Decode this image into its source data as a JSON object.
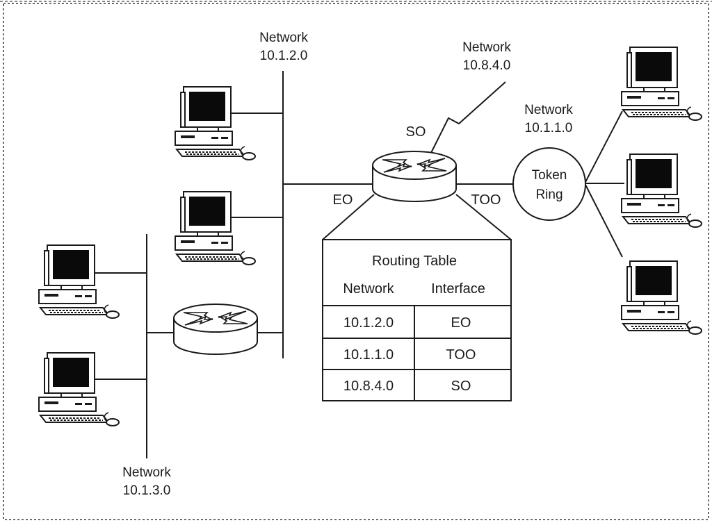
{
  "networks": {
    "net_1_2": {
      "name": "Network",
      "address": "10.1.2.0"
    },
    "net_8_4": {
      "name": "Network",
      "address": "10.8.4.0"
    },
    "net_1_1": {
      "name": "Network",
      "address": "10.1.1.0"
    },
    "net_1_3": {
      "name": "Network",
      "address": "10.1.3.0"
    }
  },
  "interfaces": {
    "s0": "SO",
    "e0": "EO",
    "t00": "TOO"
  },
  "token_ring": {
    "line1": "Token",
    "line2": "Ring"
  },
  "routing_table": {
    "title": "Routing Table",
    "headers": [
      "Network",
      "Interface"
    ],
    "rows": [
      {
        "network": "10.1.2.0",
        "interface": "EO"
      },
      {
        "network": "10.1.1.0",
        "interface": "TOO"
      },
      {
        "network": "10.8.4.0",
        "interface": "SO"
      }
    ]
  },
  "icons": {
    "computer": "desktop-computer-icon",
    "router": "router-icon"
  }
}
